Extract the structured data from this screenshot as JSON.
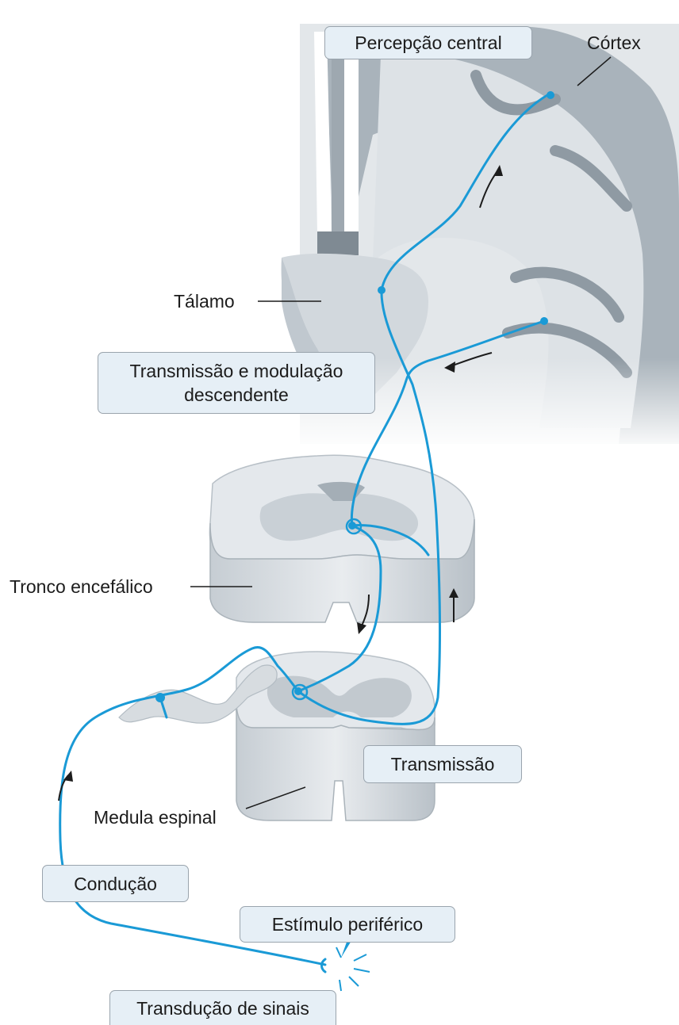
{
  "stages": {
    "central_perception": "Percepção central",
    "descending_transmission_line1": "Transmissão e modulação",
    "descending_transmission_line2": "descendente",
    "transmission": "Transmissão",
    "conduction": "Condução",
    "peripheral_stimulus": "Estímulo periférico",
    "signal_transduction": "Transdução de sinais"
  },
  "structures": {
    "cortex": "Córtex",
    "thalamus": "Tálamo",
    "brainstem": "Tronco encefálico",
    "spinal_cord": "Medula espinal"
  },
  "colors": {
    "pathway": "#1a9ad6",
    "tissue_light": "#dfe3e7",
    "tissue_gray": "#a9b3bb",
    "tissue_dark": "#7f8a93",
    "box_fill": "#e6eff6",
    "box_border": "#9aa4ad"
  }
}
